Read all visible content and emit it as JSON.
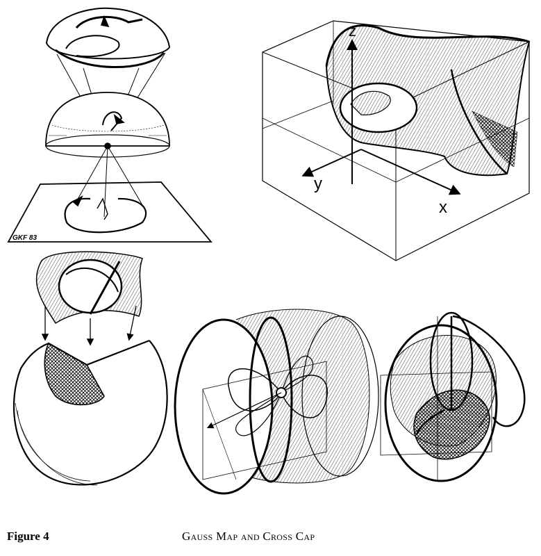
{
  "figure": {
    "label": "Figure 4",
    "title": "Gauss Map and Cross Cap"
  },
  "annotations": {
    "signature": "GKF 83",
    "axis_z": "z",
    "axis_y": "y",
    "axis_x": "x"
  }
}
